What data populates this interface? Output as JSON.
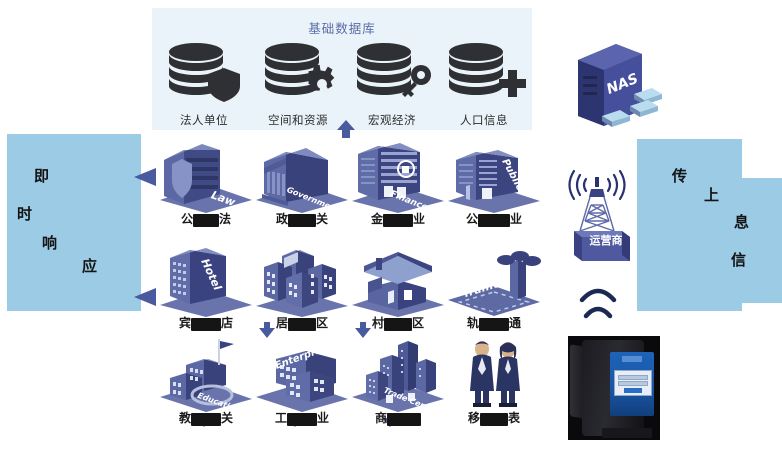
{
  "diagram": {
    "title": "基础数据库",
    "panels": {
      "database": {
        "title": "基础数据库",
        "bg": "#e9f3f9",
        "title_color": "#5b6ca6"
      },
      "left": {
        "chars": [
          "即",
          "时",
          "响",
          "应"
        ],
        "phrase": "即时响应",
        "bg": "#9ccbe6"
      },
      "right": {
        "chars": [
          "传",
          "上",
          "息",
          "信"
        ],
        "phrase": "上传信息",
        "bg": "#9ccbe6"
      }
    },
    "databases": [
      {
        "label": "法人单位",
        "icon": "database-shield-icon"
      },
      {
        "label": "空间和资源",
        "icon": "database-gear-icon"
      },
      {
        "label": "宏观经济",
        "icon": "database-key-icon"
      },
      {
        "label": "人口信息",
        "icon": "database-plus-icon"
      }
    ],
    "entities": [
      {
        "label_prefix": "公",
        "label_suffix": "法",
        "redacted": true,
        "badge": "Law",
        "icon": "courthouse-icon"
      },
      {
        "label_prefix": "政",
        "label_suffix": "关",
        "redacted": true,
        "badge": "Government",
        "icon": "government-building-icon"
      },
      {
        "label_prefix": "金",
        "label_suffix": "业",
        "redacted": true,
        "badge": "Finance",
        "icon": "bank-tower-icon"
      },
      {
        "label_prefix": "公",
        "label_suffix": "业",
        "redacted": true,
        "badge": "Public",
        "icon": "public-office-icon"
      },
      {
        "label_prefix": "宾",
        "label_suffix": "店",
        "redacted": true,
        "badge": "Hotel",
        "icon": "hotel-icon"
      },
      {
        "label_prefix": "居",
        "label_suffix": "区",
        "redacted": true,
        "badge": "",
        "icon": "apartment-block-icon"
      },
      {
        "label_prefix": "村",
        "label_suffix": "区",
        "redacted": true,
        "badge": "",
        "icon": "house-icon"
      },
      {
        "label_prefix": "轨",
        "label_suffix": "通",
        "redacted": true,
        "badge": "Traffic",
        "icon": "traffic-icon"
      },
      {
        "label_prefix": "教",
        "label_suffix": "关",
        "redacted": true,
        "badge": "Education",
        "icon": "school-icon"
      },
      {
        "label_prefix": "工",
        "label_suffix": "业",
        "redacted": true,
        "badge": "Enterprise",
        "icon": "factory-icon"
      },
      {
        "label_prefix": "商",
        "label_suffix": "",
        "redacted": true,
        "badge": "Trade Center",
        "icon": "trade-center-icon"
      },
      {
        "label_prefix": "移",
        "label_suffix": "表",
        "redacted": true,
        "badge": "",
        "icon": "people-icon"
      }
    ],
    "devices": [
      {
        "name": "NAS",
        "label": "NAS",
        "icon": "nas-server-icon"
      },
      {
        "name": "carrier",
        "label": "运营商",
        "icon": "cell-tower-icon"
      },
      {
        "name": "signal",
        "label": "",
        "icon": "wifi-signal-icon"
      },
      {
        "name": "kiosk",
        "label": "",
        "icon": "self-service-kiosk-icon"
      }
    ],
    "colors": {
      "panel_light": "#e9f3f9",
      "panel_blue": "#9ccbe6",
      "iso_dark": "#3a4378",
      "iso_mid": "#4e5a94",
      "iso_light": "#6f7cb5",
      "arrow": "#4a5a9e",
      "title": "#5b6ca6"
    }
  }
}
